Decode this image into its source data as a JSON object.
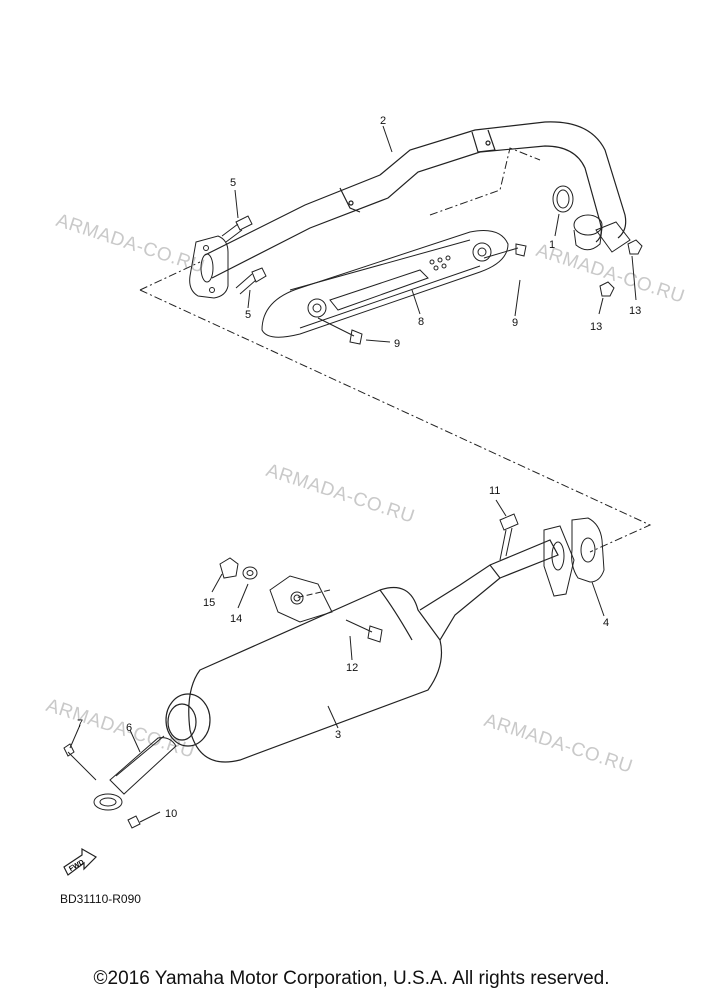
{
  "callouts": {
    "p1": "1",
    "p2": "2",
    "p3": "3",
    "p4": "4",
    "p5a": "5",
    "p5b": "5",
    "p6": "6",
    "p7": "7",
    "p8": "8",
    "p9a": "9",
    "p9b": "9",
    "p10": "10",
    "p11": "11",
    "p12": "12",
    "p13a": "13",
    "p13b": "13",
    "p14": "14",
    "p15": "15"
  },
  "watermark": "ARMADA-CO.RU",
  "fwd_label": "FWD",
  "diagram_code": "BD31110-R090",
  "copyright": "©2016 Yamaha Motor Corporation, U.S.A. All rights reserved."
}
